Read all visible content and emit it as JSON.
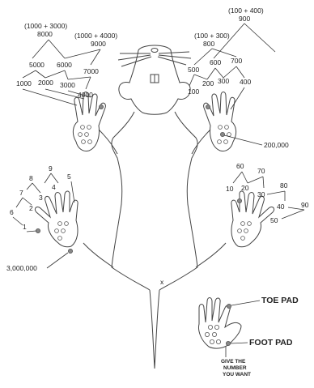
{
  "figure": {
    "left_front": {
      "groups": [
        "(1000 + 3000)",
        "(1000 + 4000)"
      ],
      "sums": [
        "8000",
        "9000"
      ],
      "mids": [
        "5000",
        "6000",
        "7000"
      ],
      "toes": [
        "1000",
        "2000",
        "3000",
        "4000"
      ]
    },
    "right_front": {
      "top_group": "(100 + 400)",
      "top_sum": "900",
      "group": "(100 + 300)",
      "sum": "800",
      "mids": [
        "500",
        "600",
        "700"
      ],
      "toes": [
        "100",
        "200",
        "300",
        "400"
      ],
      "pad": "200,000"
    },
    "left_hind": {
      "mids": [
        "9",
        "8",
        "7",
        "6",
        "5"
      ],
      "lows": [
        "4",
        "3",
        "2",
        "1"
      ],
      "pad": "3,000,000"
    },
    "right_hind": {
      "highs": [
        "60",
        "70",
        "80",
        "90"
      ],
      "lows": [
        "10",
        "20",
        "30",
        "40",
        "50"
      ]
    },
    "tail_mark": "x",
    "legend": {
      "toe_pad": "TOE PAD",
      "foot_pad": "FOOT PAD",
      "note": [
        "GIVE THE",
        "NUMBER",
        "YOU WANT"
      ]
    }
  }
}
